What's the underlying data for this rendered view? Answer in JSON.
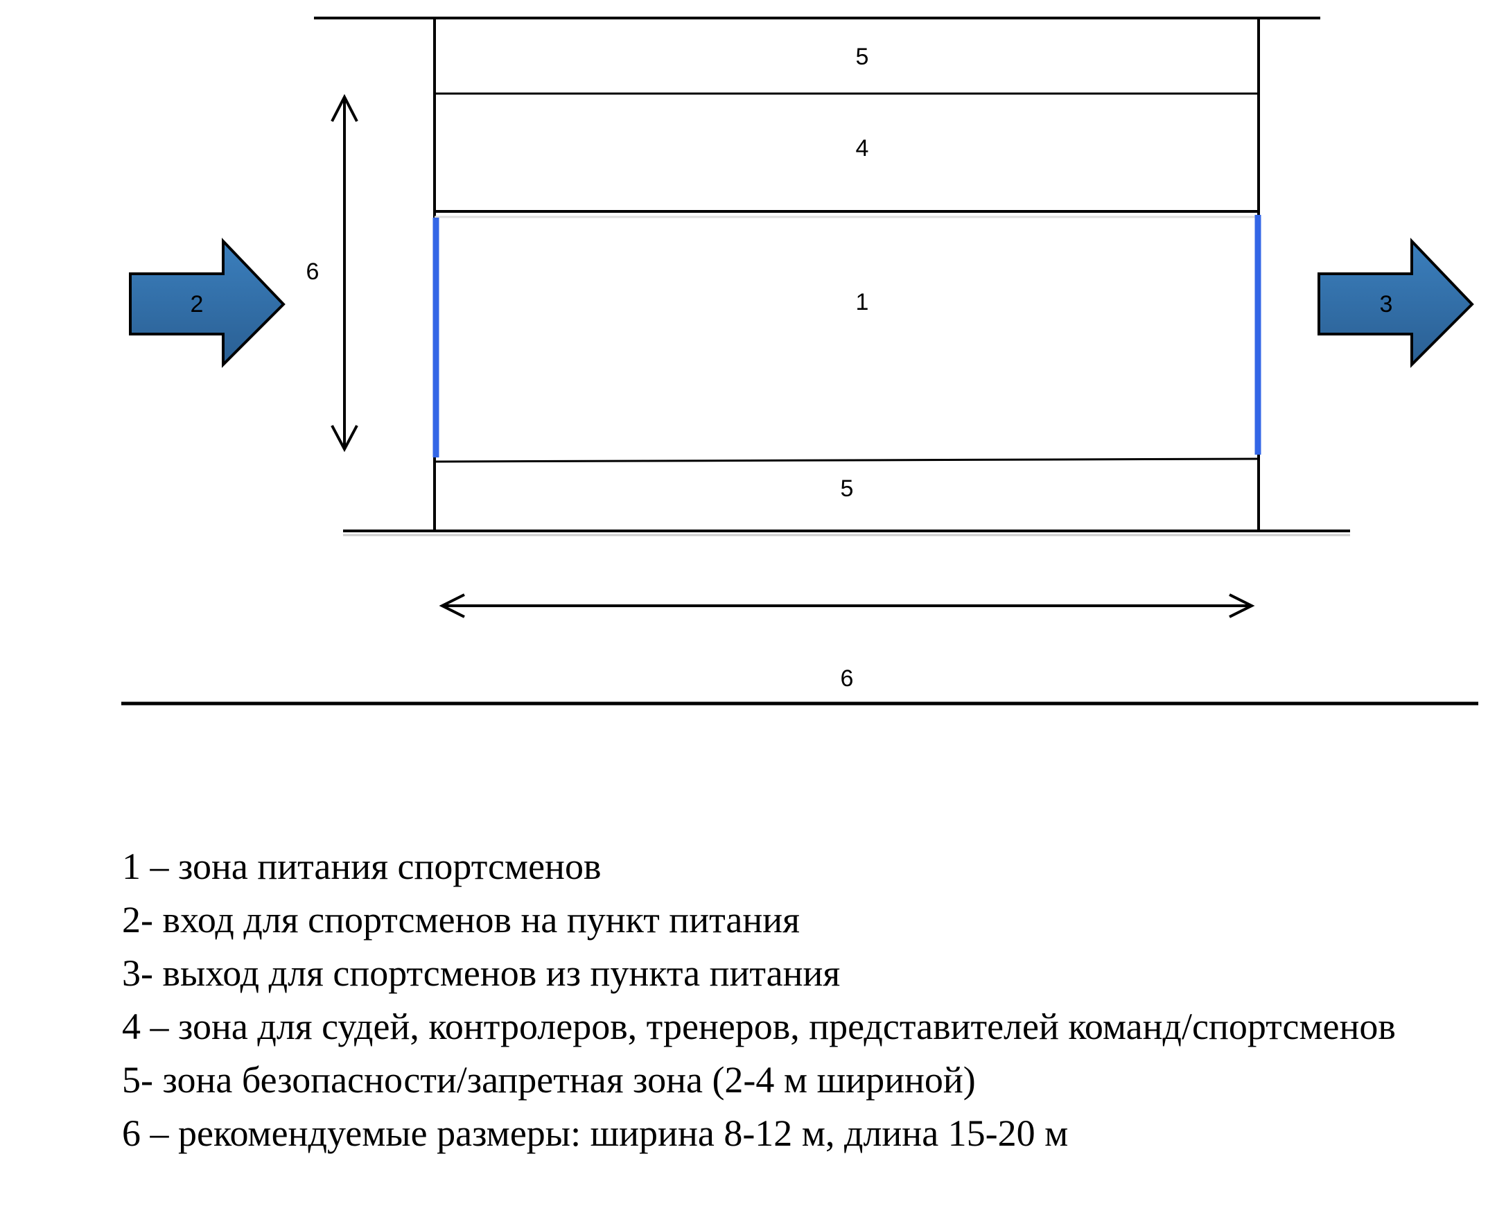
{
  "diagram": {
    "zone_labels": {
      "top_safety": "5",
      "officials": "4",
      "feeding": "1",
      "bottom_safety": "5",
      "entry_arrow": "2",
      "exit_arrow": "3",
      "height_dimension": "6",
      "width_dimension": "6"
    },
    "colors": {
      "arrow_fill": "#2f6aa3",
      "feeding_boundary": "#3366e6"
    }
  },
  "legend": [
    "1 – зона питания спортсменов",
    "2- вход для спортсменов на пункт питания",
    "3- выход для спортсменов из пункта питания",
    "4 – зона для судей, контролеров, тренеров, представителей команд/спортсменов",
    "5- зона безопасности/запретная зона (2-4 м шириной)",
    "6 – рекомендуемые размеры: ширина 8-12 м, длина 15-20 м"
  ]
}
